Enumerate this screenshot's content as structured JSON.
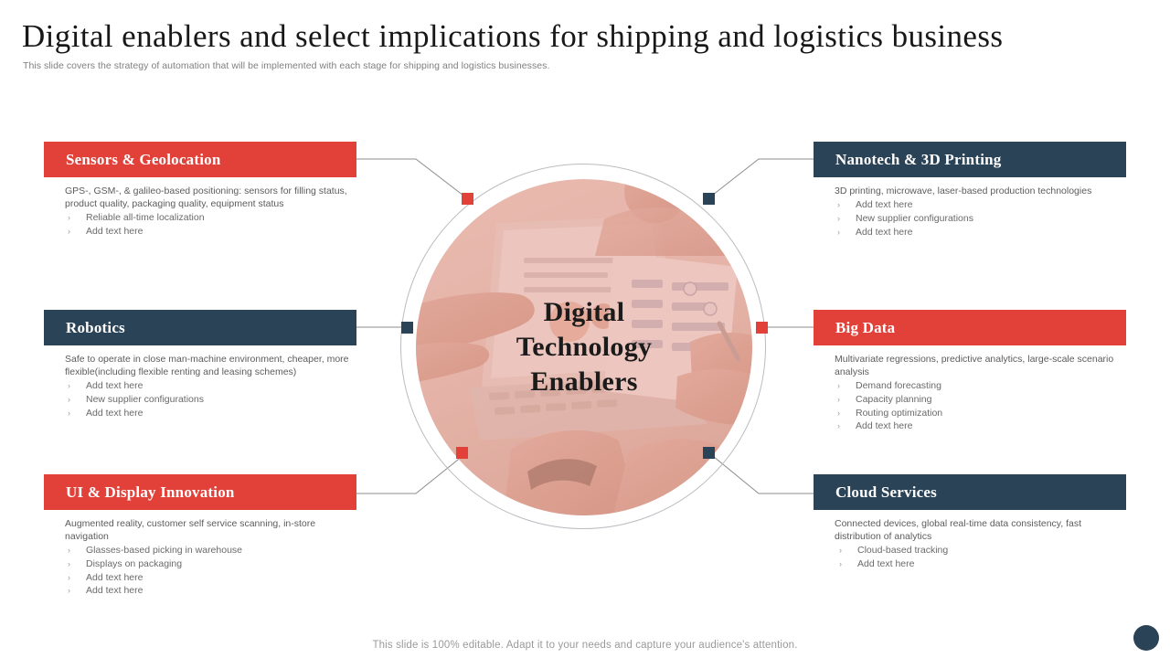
{
  "header": {
    "title": "Digital enablers and select implications for shipping and logistics business",
    "subtitle": "This slide covers the strategy of automation that  will be implemented with each stage for shipping and logistics businesses."
  },
  "hub": {
    "line1": "Digital",
    "line2": "Technology",
    "line3": "Enablers",
    "photo_alt": "people-working-on-laptop-and-tablet-with-charts"
  },
  "colors": {
    "red": "#e2413a",
    "navy": "#2a4356",
    "line": "#8d8d8d",
    "ring": "#b9bcc0",
    "body_text": "#5c5c5c"
  },
  "cards": [
    {
      "id": "sensors-geolocation",
      "title": "Sensors & Geolocation",
      "theme": "red",
      "lead": "GPS-,  GSM-,  & galileo-based positioning: sensors for filling status, product quality, packaging quality, equipment status",
      "bullets": [
        "Reliable all-time localization",
        "Add text here"
      ]
    },
    {
      "id": "robotics",
      "title": "Robotics",
      "theme": "navy",
      "lead": "Safe to operate in close man-machine environment, cheaper, more flexible(including flexible renting and leasing schemes)",
      "bullets": [
        "Add text here",
        "New supplier configurations",
        "Add text here"
      ]
    },
    {
      "id": "ui-display-innovation",
      "title": "UI & Display Innovation",
      "theme": "red",
      "lead": "Augmented reality, customer self service scanning,  in-store navigation",
      "bullets": [
        "Glasses-based picking in warehouse",
        "Displays on packaging",
        "Add text here",
        "Add text here"
      ]
    },
    {
      "id": "nanotech-3d-printing",
      "title": "Nanotech & 3D Printing",
      "theme": "navy",
      "lead": "3D printing, microwave, laser-based production technologies",
      "bullets": [
        "Add text here",
        "New supplier configurations",
        "Add text here"
      ]
    },
    {
      "id": "big-data",
      "title": "Big Data",
      "theme": "red",
      "lead": "Multivariate regressions, predictive analytics, large-scale scenario analysis",
      "bullets": [
        "Demand forecasting",
        "Capacity planning",
        "Routing optimization",
        "Add text here"
      ]
    },
    {
      "id": "cloud-services",
      "title": "Cloud Services",
      "theme": "navy",
      "lead": "Connected devices, global real-time data consistency, fast distribution of analytics",
      "bullets": [
        "Cloud-based tracking",
        "Add text here"
      ]
    }
  ],
  "bullet_glyph": "›",
  "footer": {
    "note": "This slide is 100% editable. Adapt it to your needs and capture your audience's attention."
  }
}
